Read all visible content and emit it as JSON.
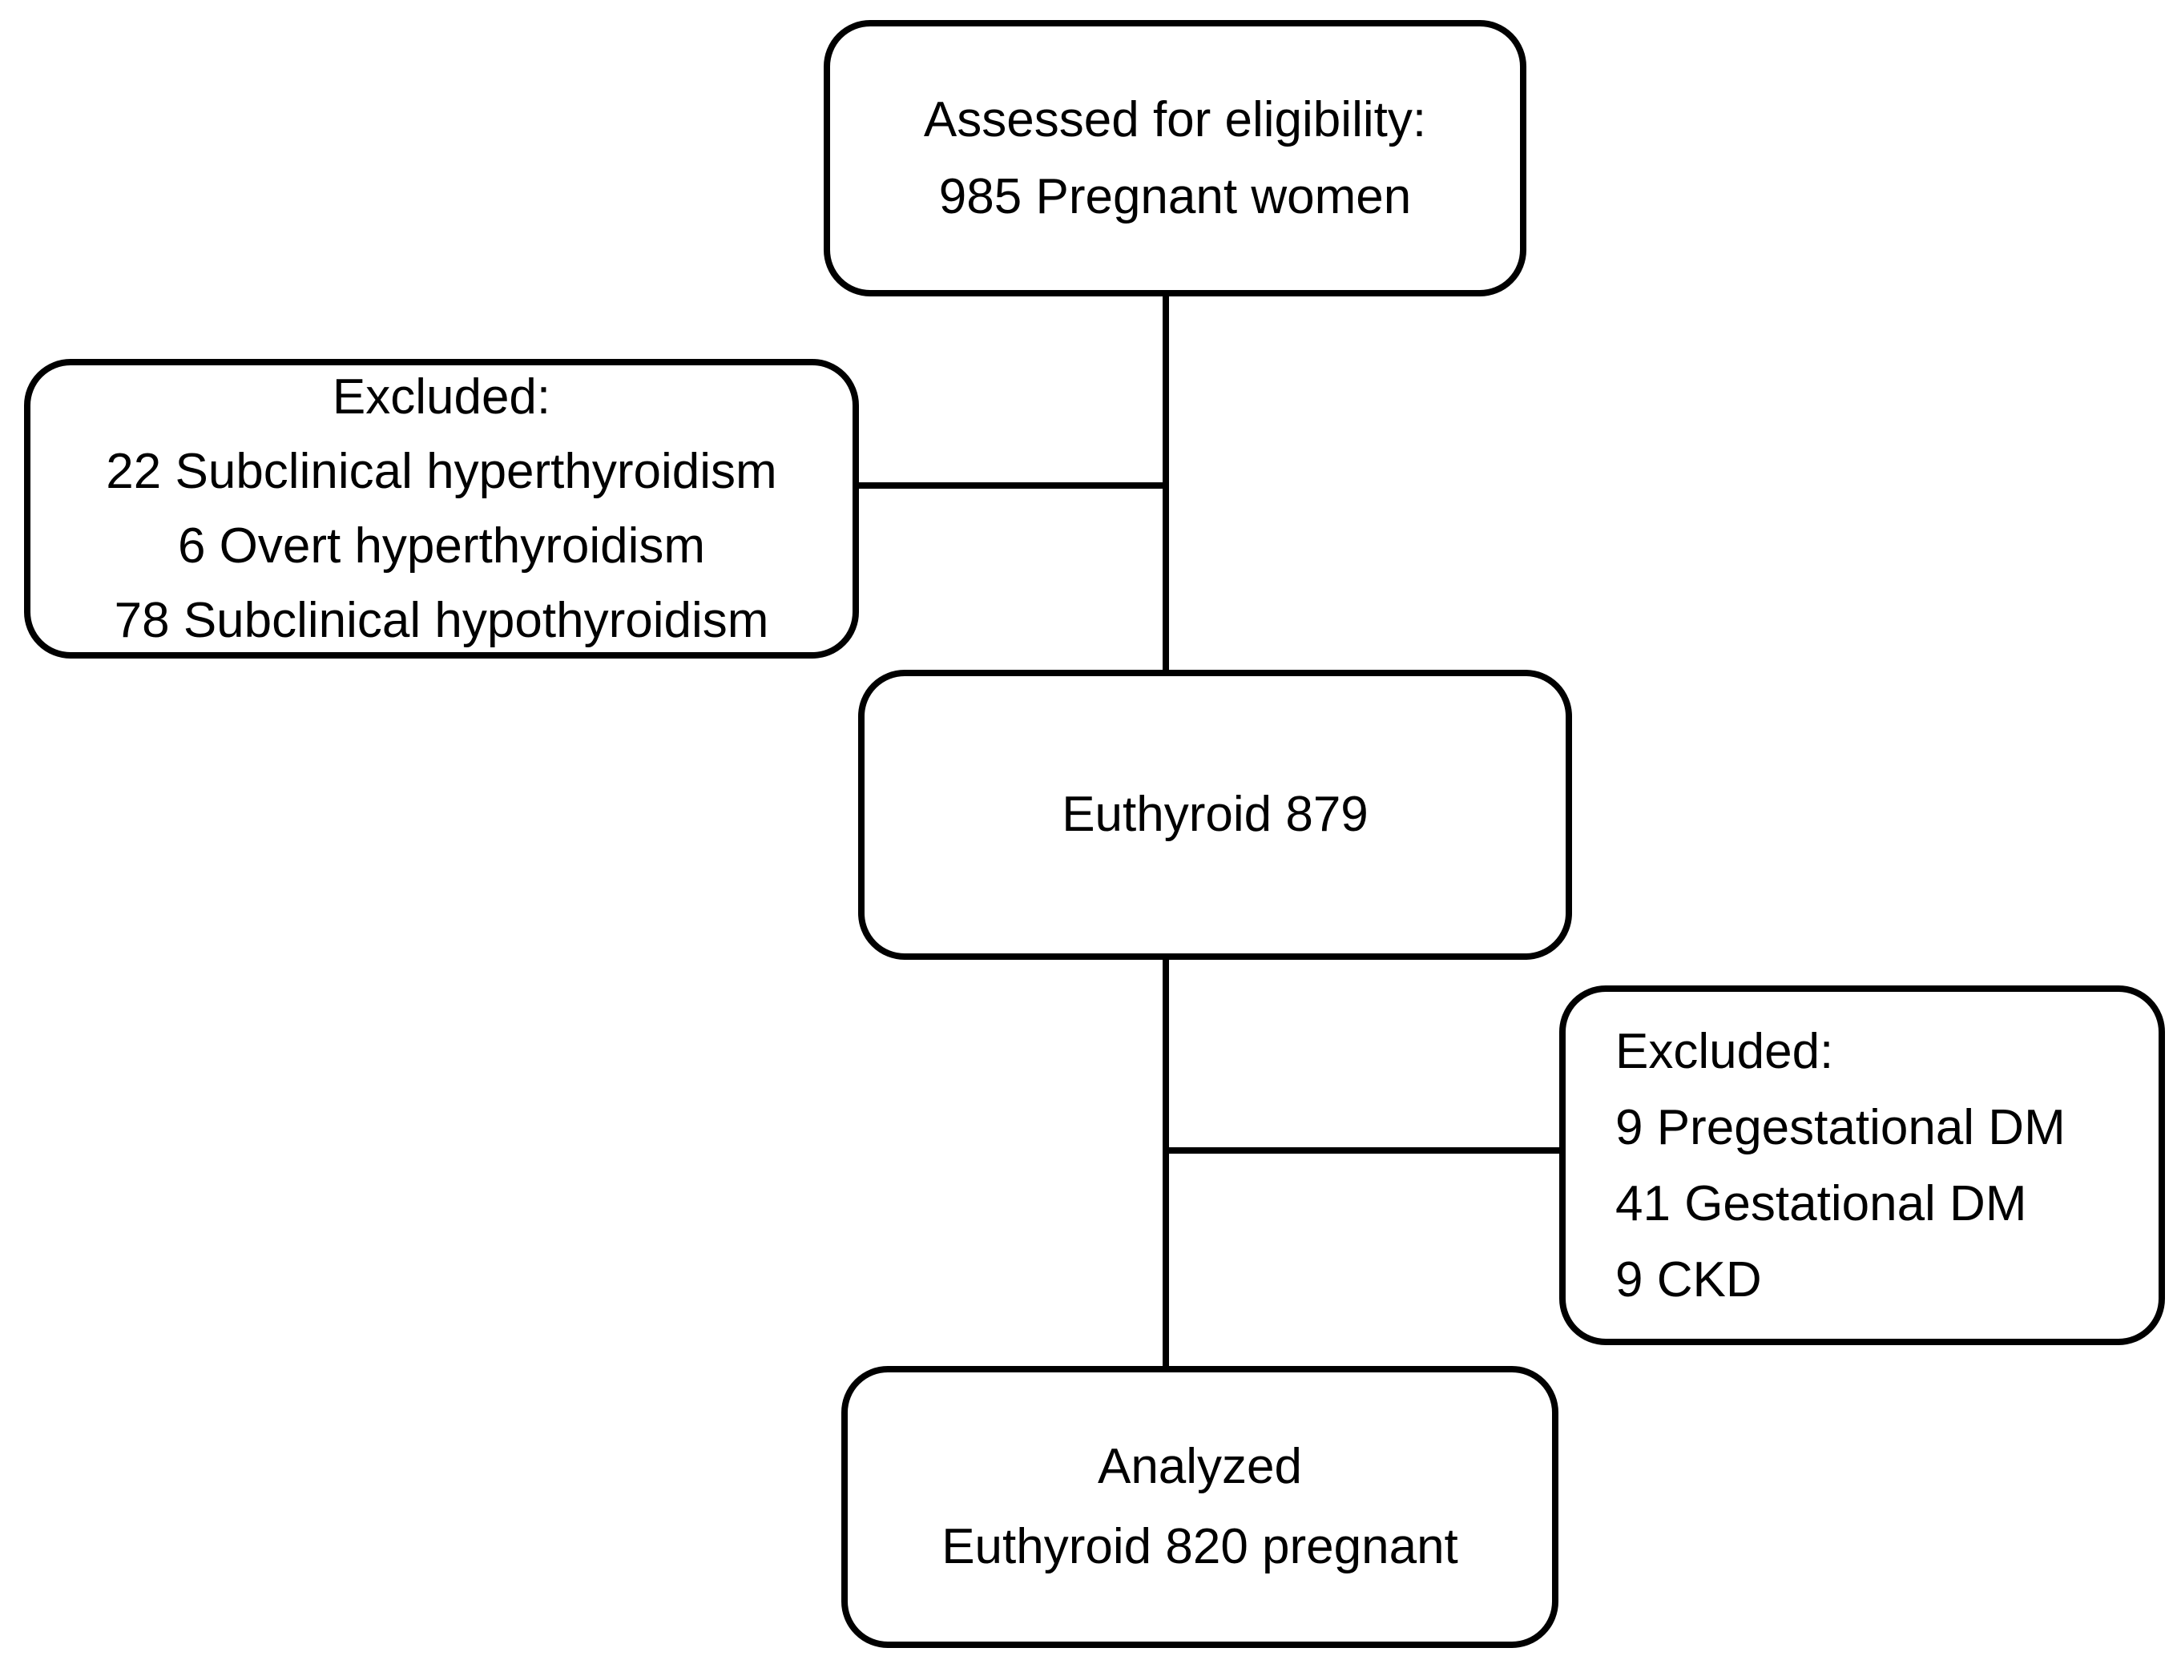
{
  "diagram": {
    "type": "patient-flow-diagram",
    "boxes": {
      "assessed": {
        "lines": [
          "Assessed for eligibility:",
          "985 Pregnant women"
        ],
        "align": "center"
      },
      "excluded_thyroid": {
        "lines": [
          "Excluded:",
          "22 Subclinical hyperthyroidism",
          "6 Overt hyperthyroidism",
          "78 Subclinical hypothyroidism"
        ],
        "align": "center"
      },
      "euthyroid": {
        "lines": [
          "Euthyroid 879"
        ],
        "align": "center"
      },
      "excluded_dm": {
        "lines": [
          "Excluded:",
          "9 Pregestational DM",
          "41 Gestational DM",
          "9 CKD"
        ],
        "align": "left"
      },
      "analyzed": {
        "lines": [
          "Analyzed",
          "Euthyroid 820 pregnant"
        ],
        "align": "center"
      }
    },
    "connectors": [
      {
        "from": "assessed",
        "to": "euthyroid",
        "type": "vertical"
      },
      {
        "from": "assessed-euthyroid-line",
        "to": "excluded_thyroid",
        "type": "horizontal"
      },
      {
        "from": "euthyroid",
        "to": "analyzed",
        "type": "vertical"
      },
      {
        "from": "euthyroid-analyzed-line",
        "to": "excluded_dm",
        "type": "horizontal"
      }
    ],
    "colors": {
      "background": "#ffffff",
      "box_border": "#000000",
      "text": "#000000",
      "connector": "#000000"
    }
  }
}
